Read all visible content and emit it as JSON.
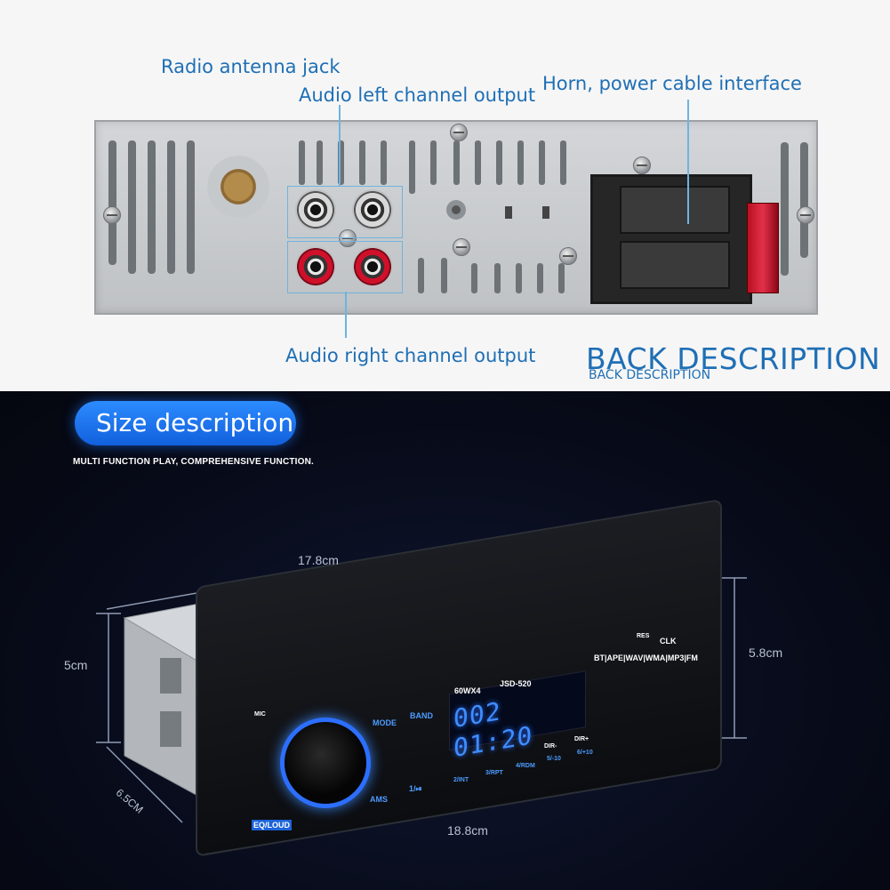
{
  "back_panel": {
    "labels": {
      "antenna": "Radio antenna jack",
      "left_output": "Audio left channel output",
      "power": "Horn, power cable interface",
      "right_output": "Audio right channel output"
    },
    "title": "BACK DESCRIPTION",
    "subtitle": "BACK DESCRIPTION"
  },
  "size_section": {
    "button_label": "Size description",
    "subtitle": "MULTI FUNCTION PLAY, COMPREHENSIVE FUNCTION."
  },
  "dimensions": {
    "length": "17.8cm",
    "front_width": "18.8cm",
    "height_side": "5cm",
    "height_front": "5.8cm",
    "depth": "6.5CM"
  },
  "radio_unit": {
    "power_rating": "60WX4",
    "model": "JSD-520",
    "formats": "BT|APE|WAV|WMA|MP3|FM",
    "display": "002  01:20",
    "buttons": {
      "mode": "MODE",
      "band": "BAND",
      "mic": "MIC",
      "res": "RES",
      "clk": "CLK",
      "ams": "AMS",
      "eq_loud": "EQ/LOUD",
      "b1": "1/⏯",
      "b2": "2/INT",
      "b3": "3/RPT",
      "b4": "4/RDM",
      "b5": "5/-10",
      "b6": "6/+10",
      "dir_minus": "DIR-",
      "dir_plus": "DIR+"
    }
  },
  "colors": {
    "label_blue": "#1f6fb5",
    "pill_blue": "#1a72f0",
    "display_blue": "#3f8dff"
  }
}
